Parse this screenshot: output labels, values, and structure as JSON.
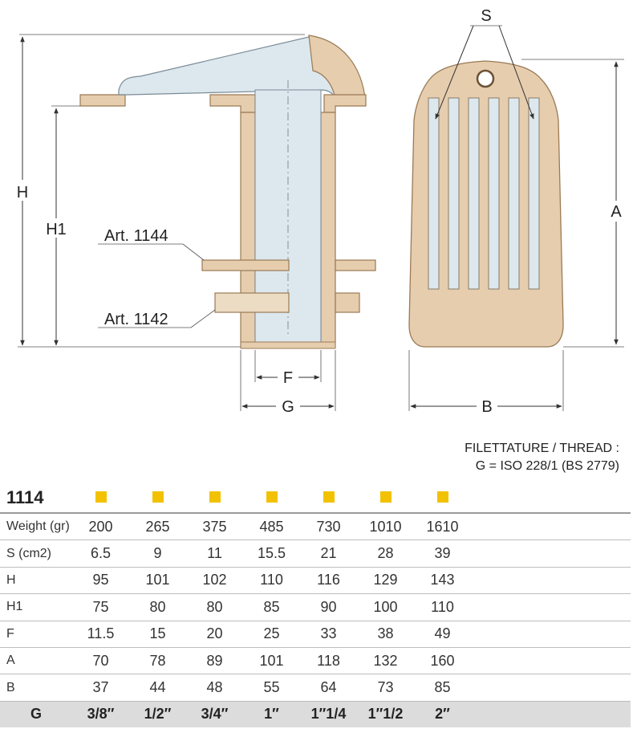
{
  "labels": {
    "H": "H",
    "H1": "H1",
    "S": "S",
    "A": "A",
    "B": "B",
    "F": "F",
    "G": "G",
    "art_1144": "Art. 1144",
    "art_1142": "Art. 1142"
  },
  "thread_note": {
    "line1": "FILETTATURE / THREAD :",
    "line2": "G = ISO 228/1 (BS 2779)"
  },
  "table": {
    "model": "1114",
    "rows": [
      {
        "label": "Weight (gr)",
        "values": [
          "200",
          "265",
          "375",
          "485",
          "730",
          "1010",
          "1610"
        ]
      },
      {
        "label": "S (cm2)",
        "values": [
          "6.5",
          "9",
          "11",
          "15.5",
          "21",
          "28",
          "39"
        ]
      },
      {
        "label": "H",
        "values": [
          "95",
          "101",
          "102",
          "110",
          "116",
          "129",
          "143"
        ]
      },
      {
        "label": "H1",
        "values": [
          "75",
          "80",
          "80",
          "85",
          "90",
          "100",
          "110"
        ]
      },
      {
        "label": "F",
        "values": [
          "11.5",
          "15",
          "20",
          "25",
          "33",
          "38",
          "49"
        ]
      },
      {
        "label": "A",
        "values": [
          "70",
          "78",
          "89",
          "101",
          "118",
          "132",
          "160"
        ]
      },
      {
        "label": "B",
        "values": [
          "37",
          "44",
          "48",
          "55",
          "64",
          "73",
          "85"
        ]
      },
      {
        "label": "G",
        "values": [
          "3/8″",
          "1/2″",
          "3/4″",
          "1″",
          "1″1/4",
          "1″1/2",
          "2″"
        ]
      }
    ]
  },
  "colors": {
    "body_tan": "#e6cdae",
    "body_outline": "#9a7a55",
    "bore_blue": "#dce8ee",
    "marker_yellow": "#f2c200",
    "g_row_bg": "#dcdcdc"
  }
}
